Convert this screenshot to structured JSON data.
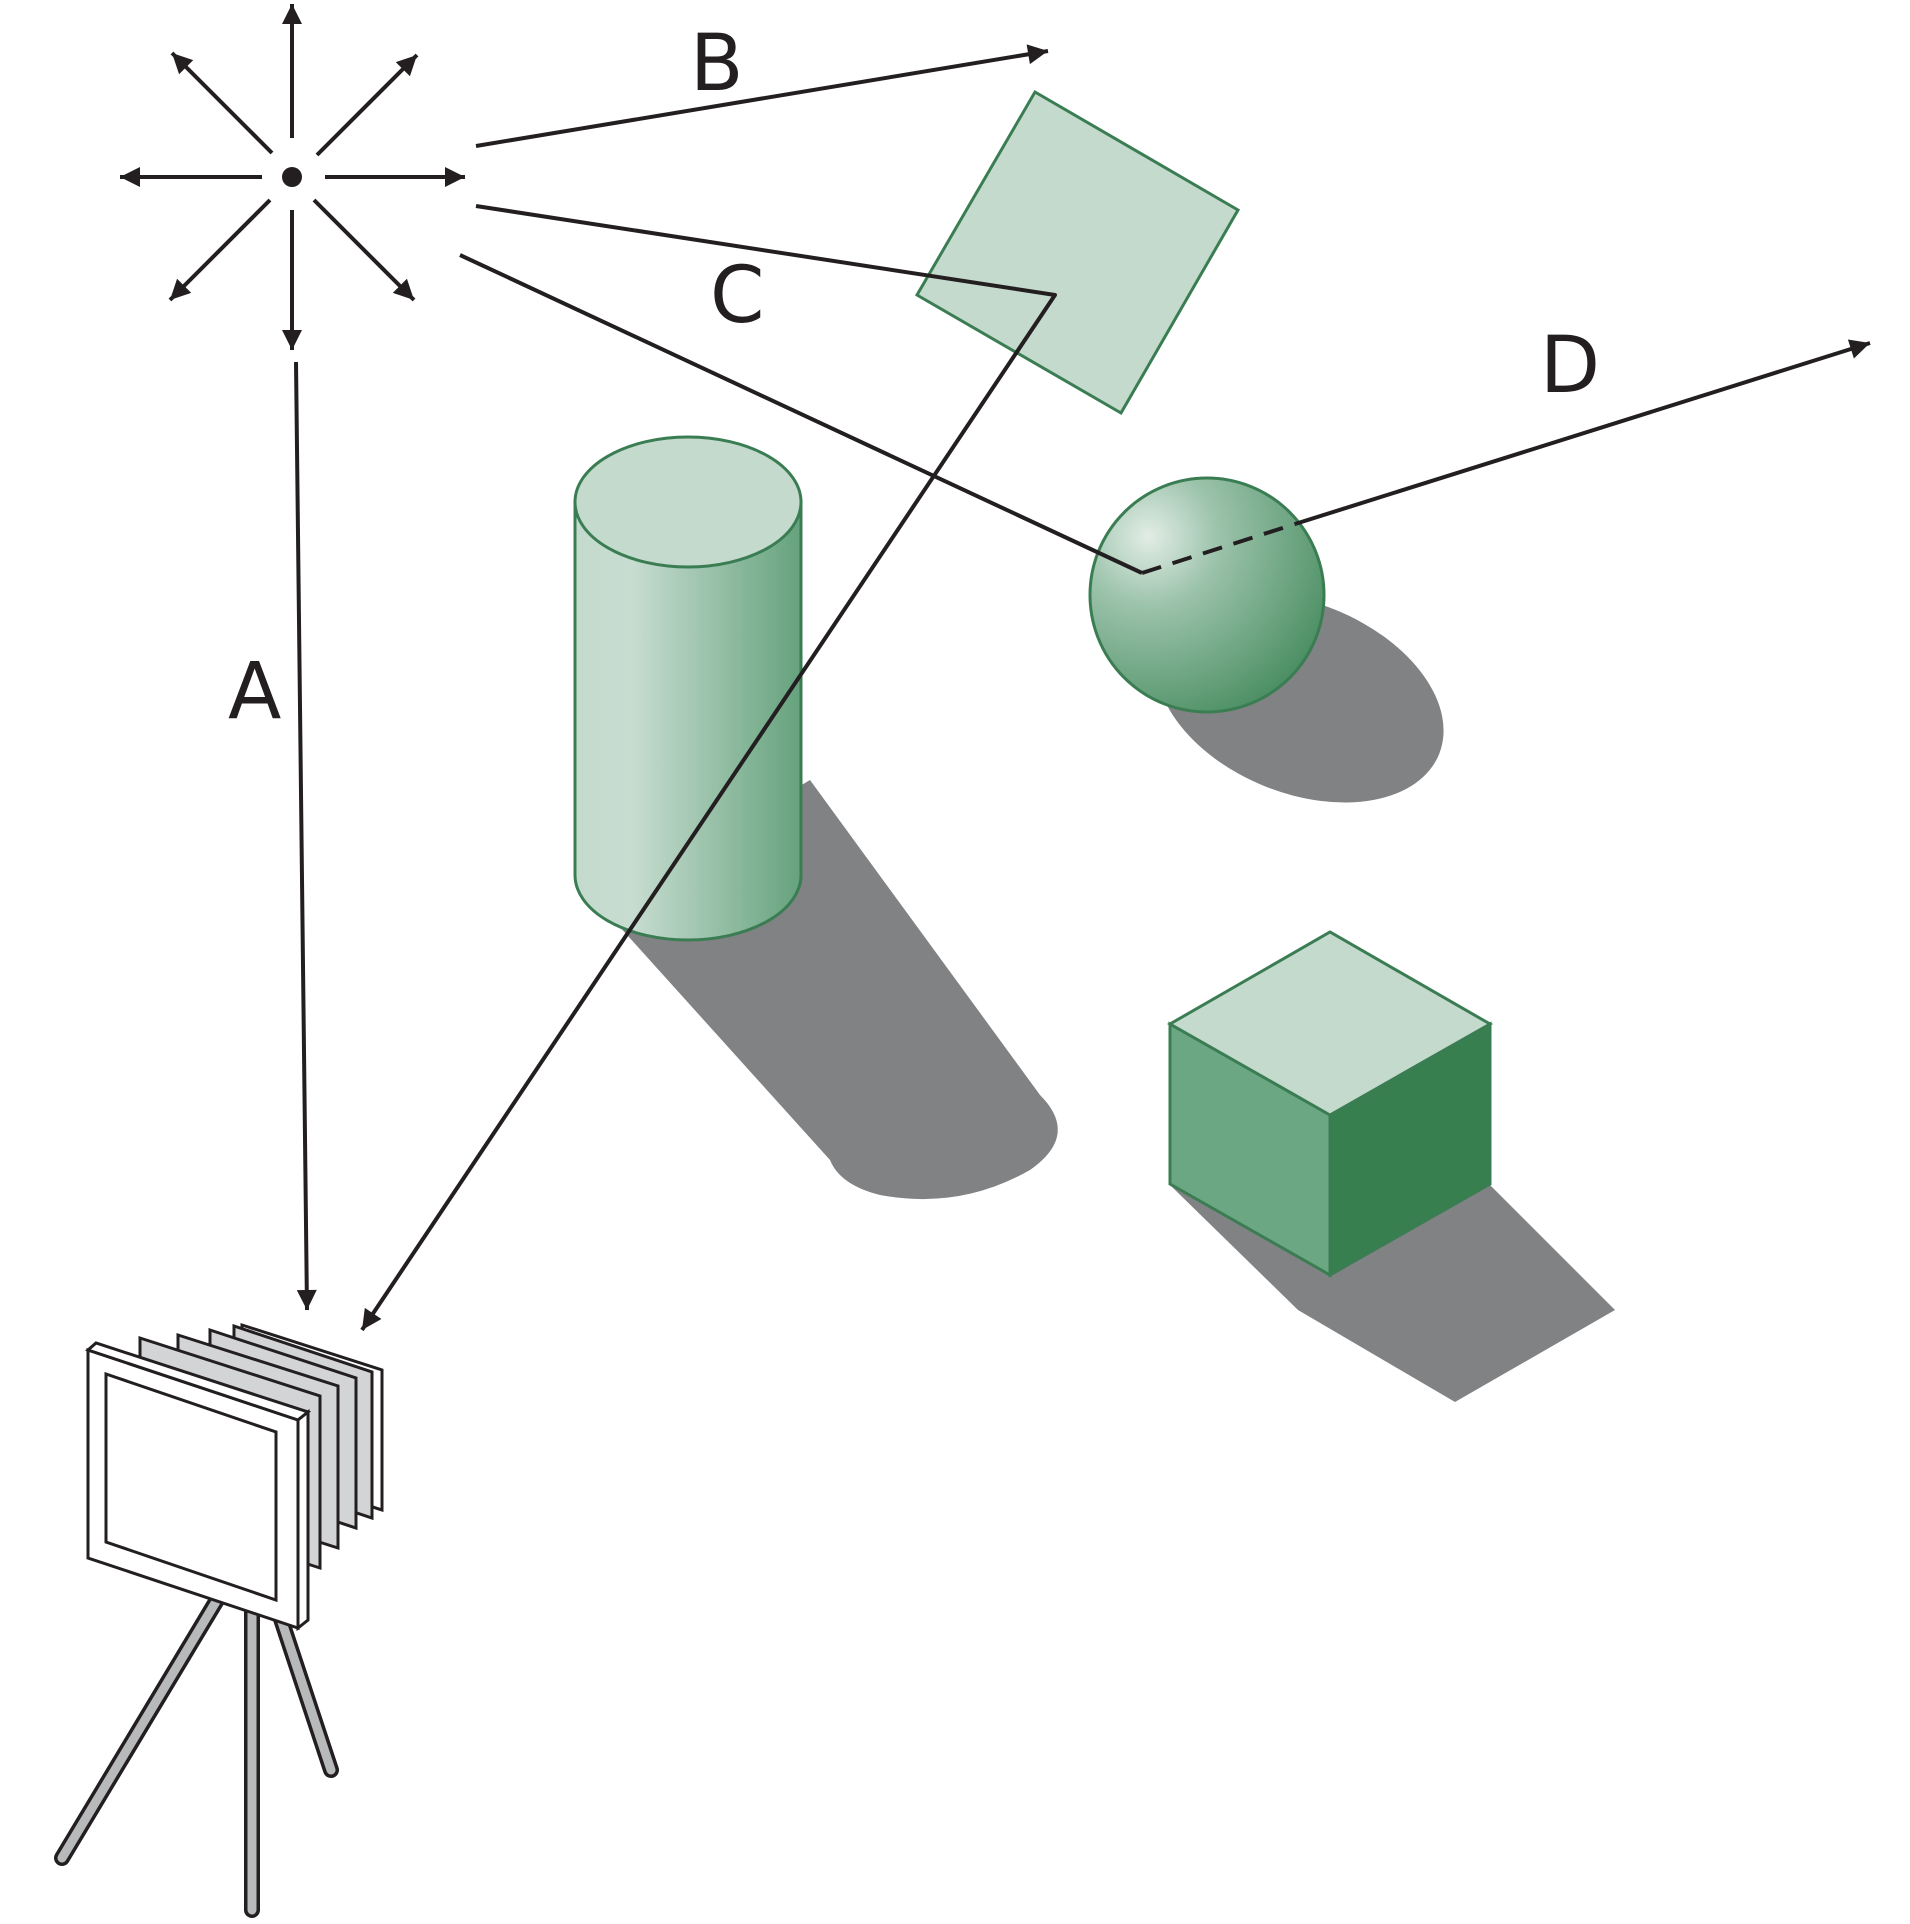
{
  "labels": {
    "a": "A",
    "b": "B",
    "c": "C",
    "d": "D"
  },
  "colors": {
    "line": "#231f20",
    "object_light": "#c4dacd",
    "object_mid": "#6ba783",
    "object_dark": "#377f4e",
    "object_edge": "#3b7d53",
    "shadow": "#818284",
    "camera_panel": "#d3d4d6",
    "tripod": "#b8b9bb",
    "background": "#ffffff"
  },
  "icons": {
    "light_source": "light-source-burst-icon",
    "camera": "bellows-camera-icon"
  }
}
